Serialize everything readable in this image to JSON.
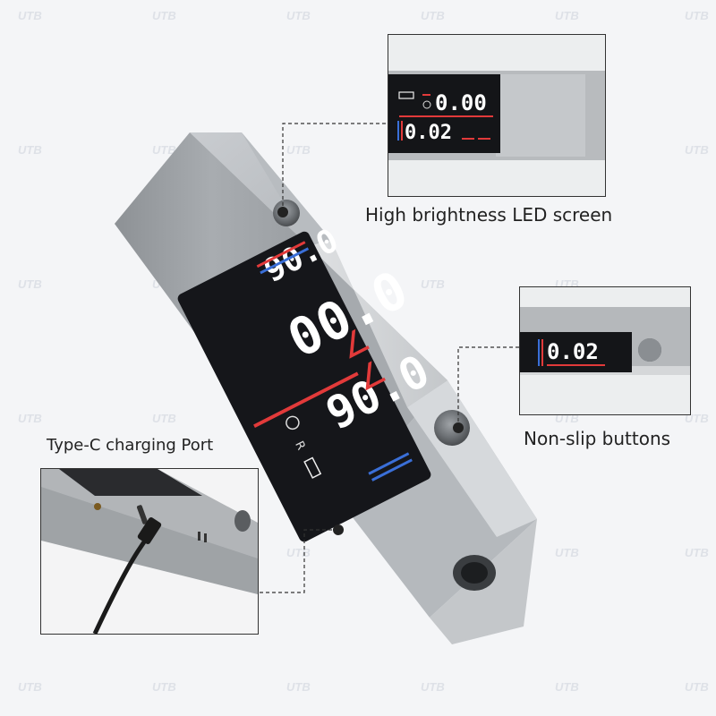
{
  "watermark": "UTB",
  "device": {
    "display_primary": "00.0",
    "display_secondary": "90.0",
    "display_side": "90.0",
    "unit_marks": [
      "∠",
      "∠"
    ],
    "mode_letter": "R"
  },
  "insets": {
    "led_screen": {
      "caption": "High brightness LED screen",
      "value_top": "0.00",
      "value_bottom": "0.02"
    },
    "buttons": {
      "caption": "Non-slip buttons",
      "value": "0.02"
    },
    "port": {
      "caption": "Type-C charging Port"
    }
  },
  "colors": {
    "background": "#f4f5f7",
    "body_metal": "#a4a8ac",
    "display_bg": "#15161a",
    "display_text": "#ffffff",
    "accent_red": "#e23a3a",
    "accent_blue": "#3a6fd8"
  }
}
